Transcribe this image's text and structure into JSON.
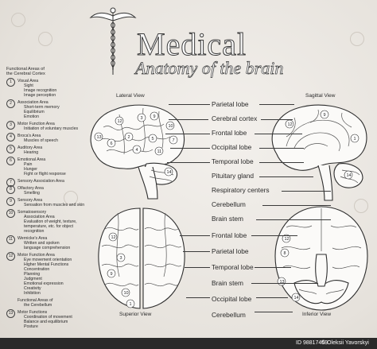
{
  "title": "Medical",
  "subtitle": "Anatomy of the brain",
  "left_list": {
    "header": [
      "Functional Areas of",
      "the Cerebral Cortex"
    ],
    "items": [
      {
        "n": "1",
        "title": "Visual Area",
        "subs": [
          "Sight",
          "Image recognition",
          "Image perception"
        ]
      },
      {
        "n": "2",
        "title": "Association Area",
        "subs": [
          "Short-term memory",
          "Equilibrium",
          "Emotion"
        ]
      },
      {
        "n": "3",
        "title": "Motor Function Area",
        "subs": [
          "Initiation of voluntary muscles"
        ]
      },
      {
        "n": "4",
        "title": "Broca's Area",
        "subs": [
          "Muscles of speech"
        ]
      },
      {
        "n": "5",
        "title": "Auditory Area",
        "subs": [
          "Hearing"
        ]
      },
      {
        "n": "6",
        "title": "Emotional Area",
        "subs": [
          "Pain",
          "Hunger",
          "Fight or flight response"
        ]
      },
      {
        "n": "7",
        "title": "Sensory Association Area",
        "subs": []
      },
      {
        "n": "8",
        "title": "Olfactory Area",
        "subs": [
          "Smelling"
        ]
      },
      {
        "n": "9",
        "title": "Sensory Area",
        "subs": [
          "Sensation from muscles and skin"
        ]
      },
      {
        "n": "10",
        "title": "Somatosensory",
        "subs": [
          "Association Area",
          "Evaluation of weight, texture,",
          "temperature, etc. for object",
          "recognition"
        ]
      },
      {
        "n": "11",
        "title": "Wernicke's Area",
        "subs": [
          "Written and spoken",
          "language comprehension"
        ]
      },
      {
        "n": "12",
        "title": "Motor Function Area",
        "subs": [
          "Eye movement orientation",
          "Higher Mental Functions",
          "Concentration",
          "Planning",
          "Judgment",
          "Emotional expression",
          "Creativity",
          "Inhibition"
        ]
      },
      {
        "n": "",
        "title": "Functional Areas of",
        "subs": [
          "the Cerebellum"
        ]
      },
      {
        "n": "13",
        "title": "Motor Functions",
        "subs": [
          "Coordination of movement",
          "Balance and equilibrium",
          "Posture"
        ]
      }
    ]
  },
  "views": {
    "lateral": "Lateral View",
    "sagittal": "Sagittal View",
    "superior": "Superior View",
    "inferior": "Inferior View"
  },
  "upper_labels": [
    "Parietal lobe",
    "Cerebral cortex",
    "Frontal lobe",
    "Occipital lobe",
    "Temporal lobe",
    "Pituitary gland",
    "Respiratory centers",
    "Cerebellum",
    "Brain stem"
  ],
  "lower_labels": [
    "Frontal lobe",
    "Parietal lobe",
    "Temporal lobe",
    "Brain stem",
    "Occipital lobe",
    "Cerebellum"
  ],
  "footer": {
    "id": "ID 98817459",
    "author": "© Oleksii Yavorskyi"
  }
}
